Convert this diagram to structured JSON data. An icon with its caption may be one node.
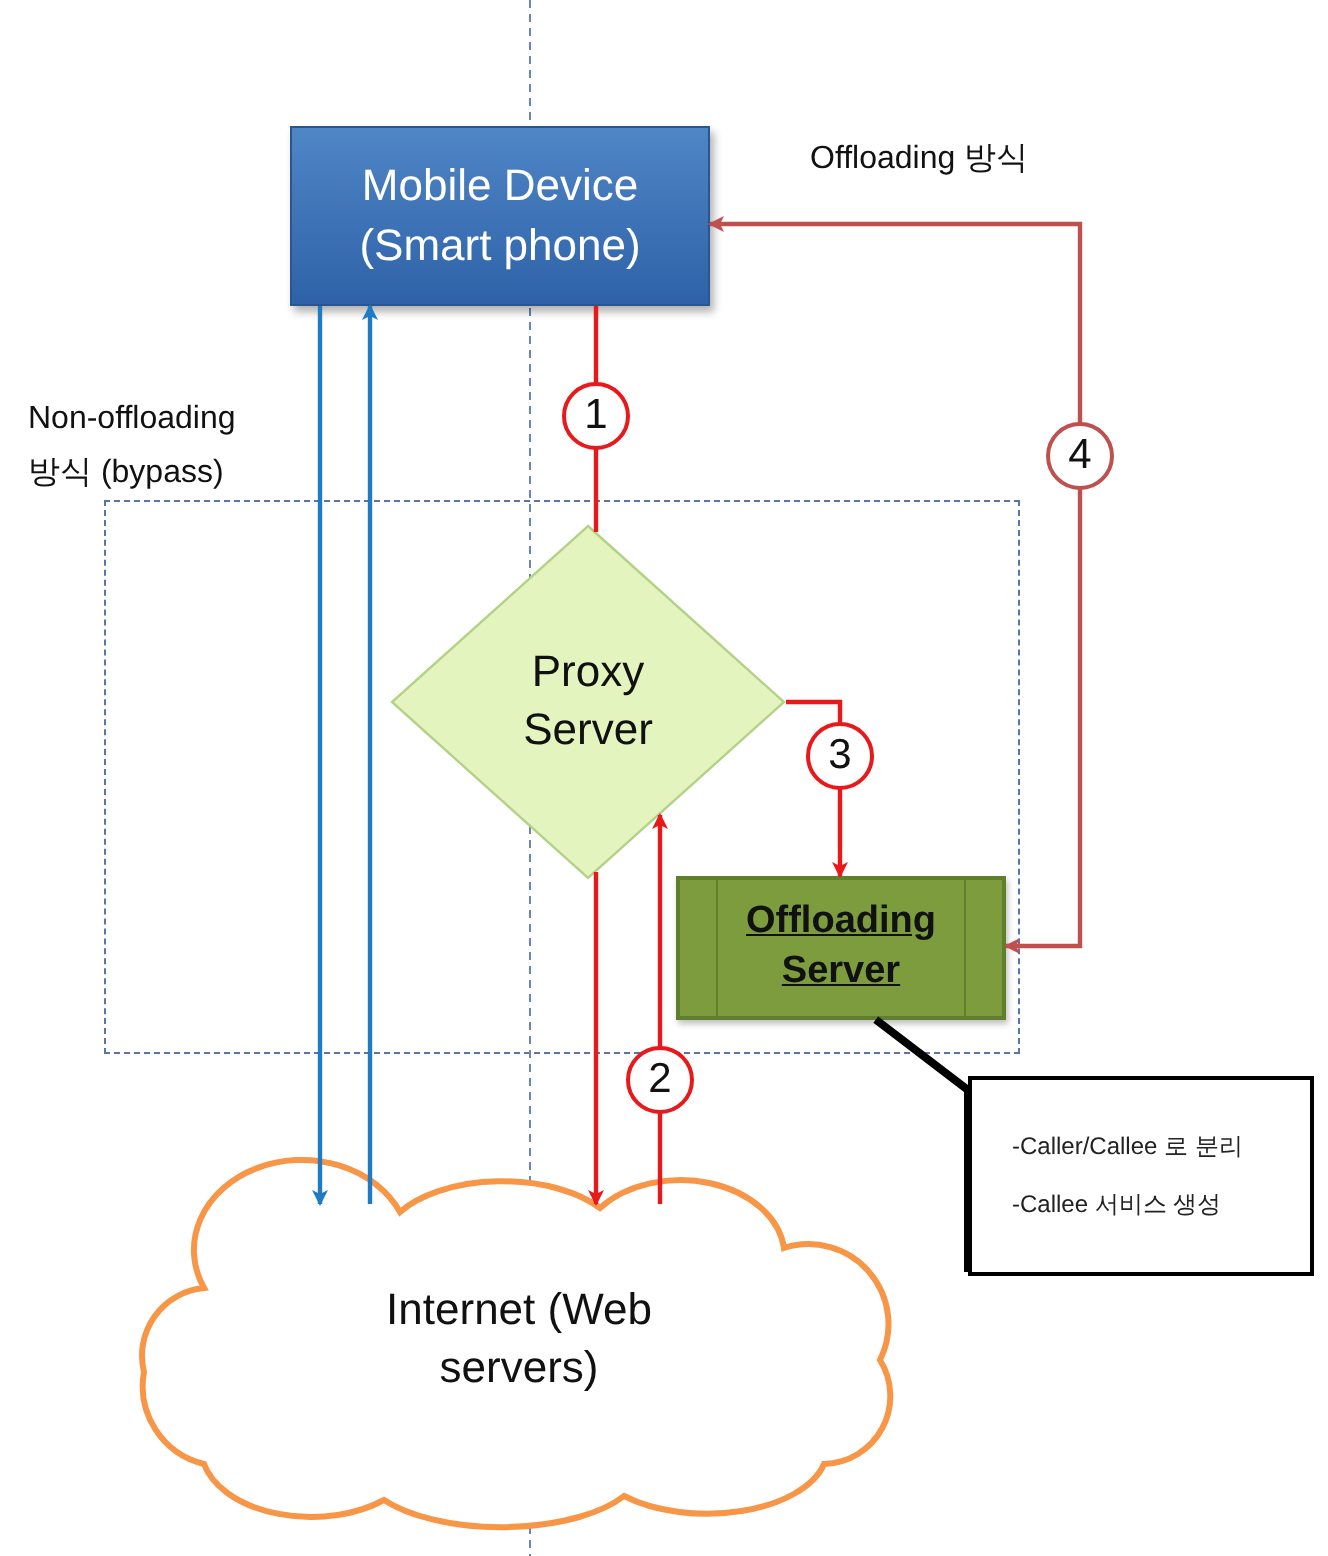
{
  "diagram": {
    "nodes": [
      {
        "text": [
          "Mobile Device (Smart phone)"
        ]
      },
      {
        "text": [
          "Proxy Server"
        ]
      },
      {
        "text": [
          "Offloading Server"
        ]
      },
      {
        "text": [
          "Internet (Web servers)"
        ]
      },
      {
        "text": [
          "-Caller/Callee 로 분리",
          "-Callee 서비스 생성"
        ]
      }
    ],
    "edges": [
      {
        "from": 0,
        "to": 3,
        "arrow": "to",
        "color": "#1f7cc4"
      },
      {
        "from": 3,
        "to": 0,
        "arrow": "to",
        "color": "#1f7cc4"
      },
      {
        "from": 0,
        "to": 1,
        "arrow": "none",
        "label": "1",
        "color": "#e8191b"
      },
      {
        "from": 1,
        "to": 3,
        "arrow": "to",
        "color": "#e8191b"
      },
      {
        "from": 3,
        "to": 1,
        "arrow": "to",
        "label": "2",
        "color": "#e8191b"
      },
      {
        "from": 1,
        "to": 2,
        "arrow": "to",
        "label": "3",
        "color": "#e8191b"
      },
      {
        "from": 2,
        "to": 0,
        "arrow": "both",
        "label": "4",
        "color": "#c0504d"
      },
      {
        "from": 4,
        "to": 2,
        "arrow": "none",
        "color": "#000000",
        "style": "thick"
      }
    ],
    "labels": [
      "Offloading 방식",
      "Non-offloading 방식 (bypass)"
    ]
  }
}
